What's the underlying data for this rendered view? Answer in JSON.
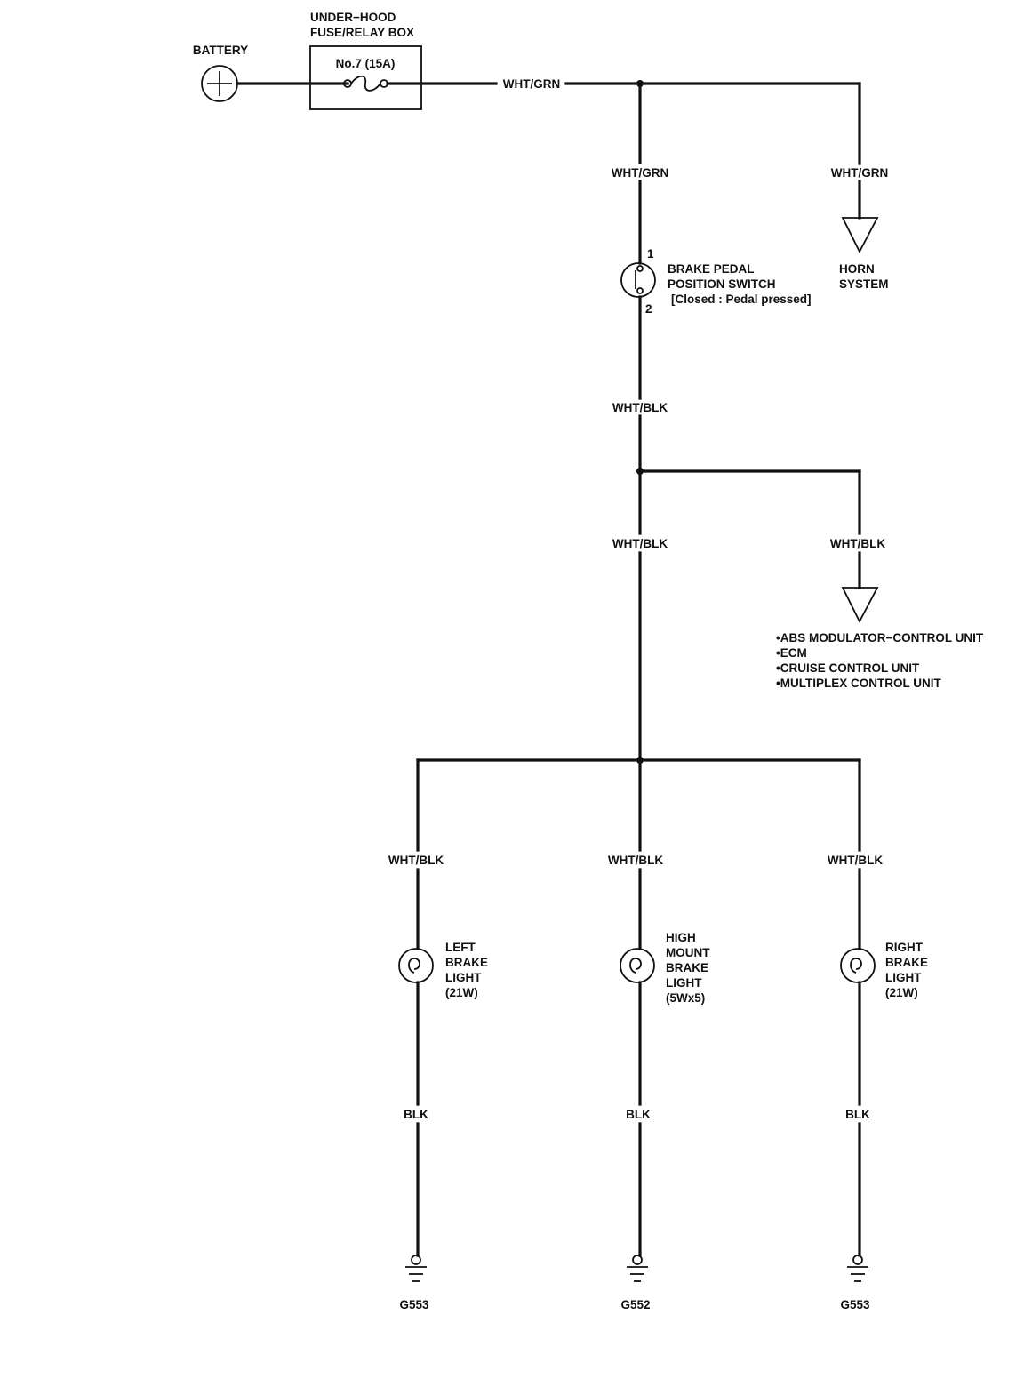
{
  "battery": {
    "label": "BATTERY"
  },
  "fuse_box": {
    "title_line1": "UNDER−HOOD",
    "title_line2": "FUSE/RELAY BOX",
    "fuse": "No.7 (15A)"
  },
  "wires": {
    "top": "WHT/GRN",
    "to_switch": "WHT/GRN",
    "to_horn": "WHT/GRN",
    "from_switch": "WHT/BLK",
    "main_down": "WHT/BLK",
    "to_modules": "WHT/BLK",
    "left_light": "WHT/BLK",
    "center_light": "WHT/BLK",
    "right_light": "WHT/BLK",
    "left_ground": "BLK",
    "center_ground": "BLK",
    "right_ground": "BLK"
  },
  "horn": {
    "line1": "HORN",
    "line2": "SYSTEM"
  },
  "brake_switch": {
    "line1": "BRAKE PEDAL",
    "line2": "POSITION SWITCH",
    "line3": "[Closed : Pedal pressed]",
    "pin1": "1",
    "pin2": "2"
  },
  "modules": [
    "•ABS MODULATOR−CONTROL UNIT",
    "•ECM",
    "•CRUISE CONTROL UNIT",
    "•MULTIPLEX CONTROL UNIT"
  ],
  "lights": {
    "left": [
      "LEFT",
      "BRAKE",
      "LIGHT",
      "(21W)"
    ],
    "center": [
      "HIGH",
      "MOUNT",
      "BRAKE",
      "LIGHT",
      "(5Wx5)"
    ],
    "right": [
      "RIGHT",
      "BRAKE",
      "LIGHT",
      "(21W)"
    ]
  },
  "grounds": {
    "left": "G553",
    "center": "G552",
    "right": "G553"
  }
}
